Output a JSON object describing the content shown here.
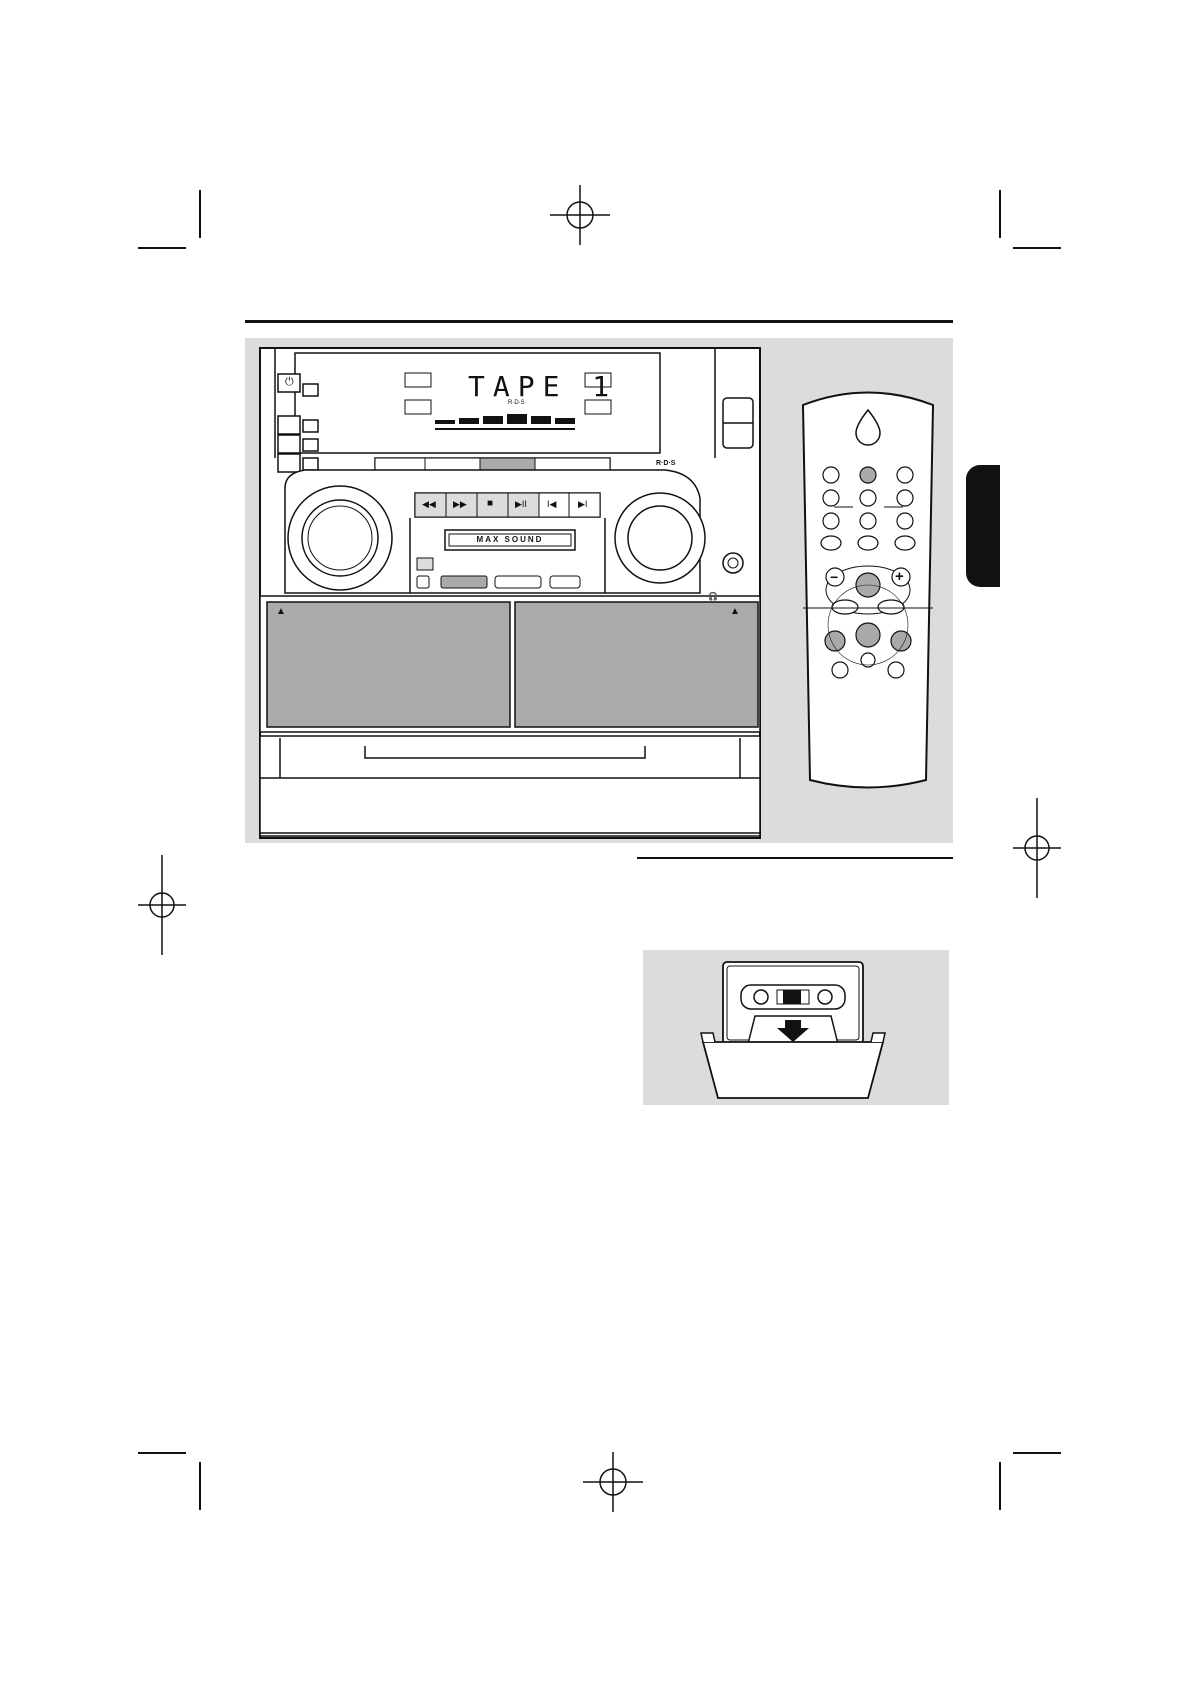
{
  "illustration": {
    "display_text": "TAPE 1",
    "display_subtext": "R·D·S",
    "rds_logo_text": "R·D·S",
    "max_sound_label": "MAX SOUND",
    "transport_buttons": [
      {
        "name": "rewind-button",
        "glyph": "◀◀"
      },
      {
        "name": "fast-forward-button",
        "glyph": "▶▶"
      },
      {
        "name": "stop-button",
        "glyph": "■"
      },
      {
        "name": "play-pause-button",
        "glyph": "▶II"
      },
      {
        "name": "previous-button",
        "glyph": "I◀"
      },
      {
        "name": "next-button",
        "glyph": "▶I"
      }
    ],
    "deck_eject_arrow": "▲",
    "power_glyph": "⏻",
    "headphone_glyph": "🎧",
    "minus_glyph": "−",
    "plus_glyph": "+"
  },
  "colors": {
    "panel_gray": "#dcdcdc",
    "deck_gray": "#aaaaaa",
    "highlight_gray": "#a9a9a9",
    "line": "#111111"
  }
}
